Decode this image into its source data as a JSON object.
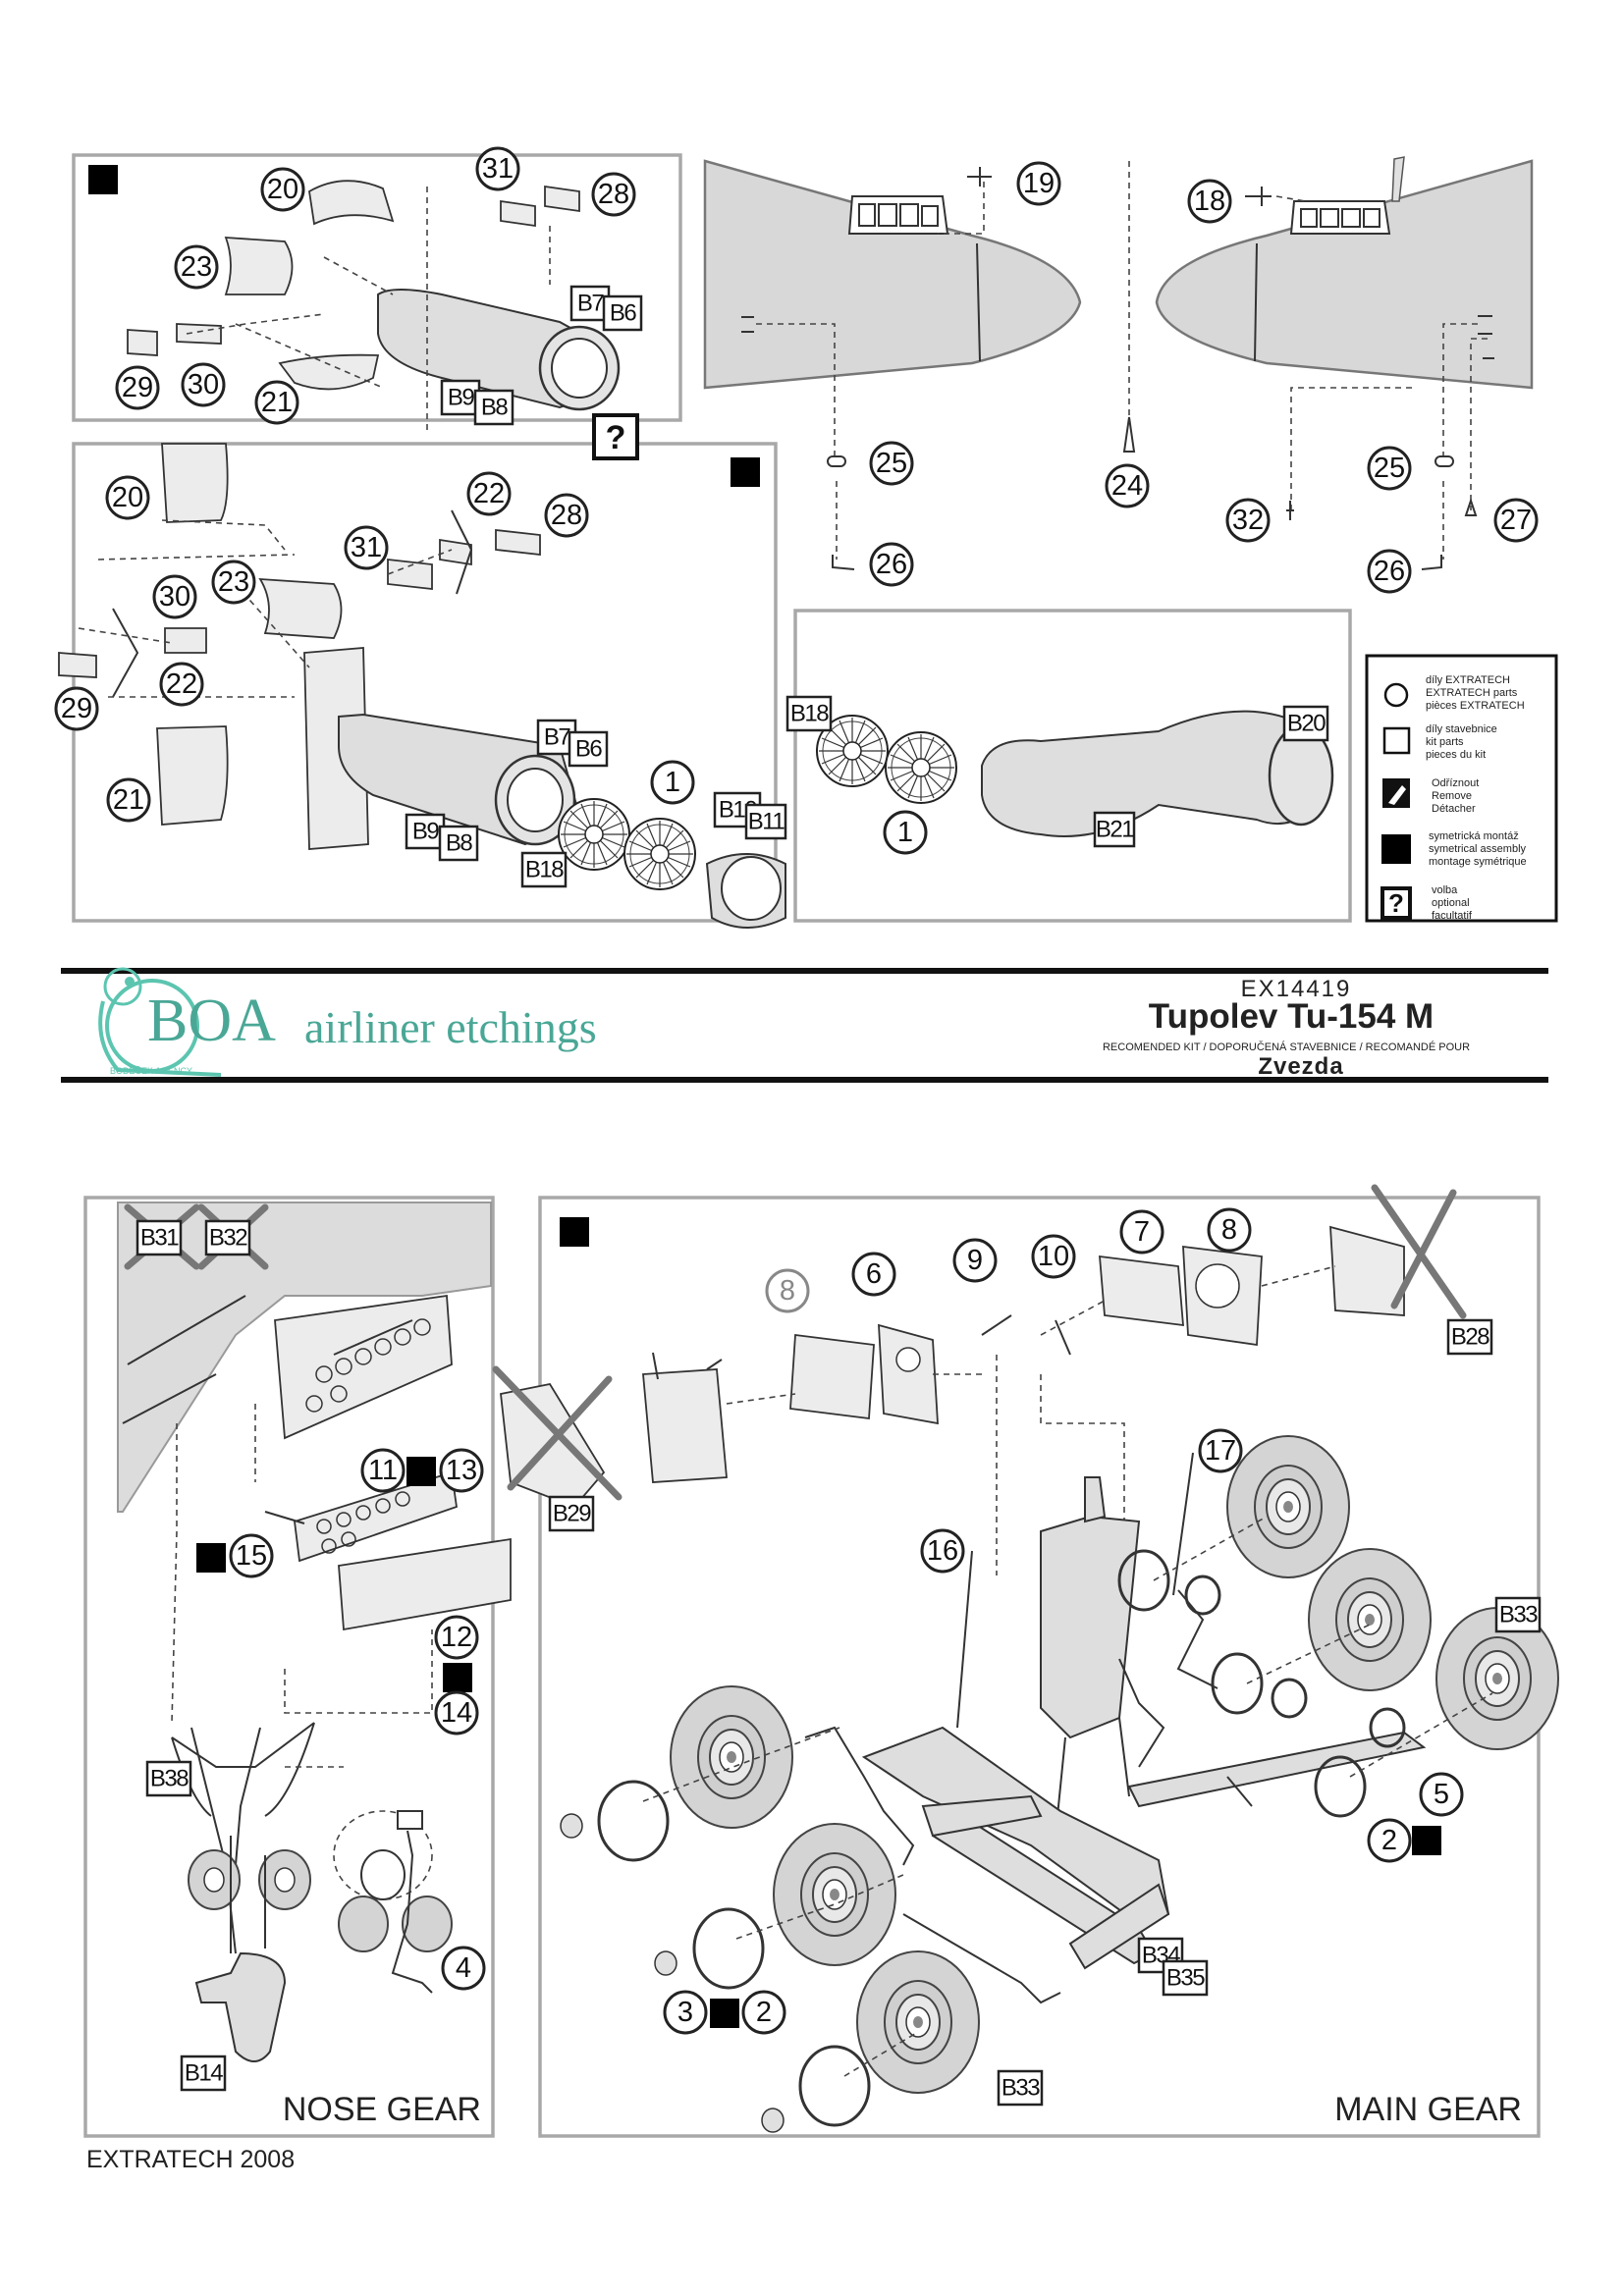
{
  "header": {
    "brand_letters": "BOA",
    "brand_tagline": "airliner etchings",
    "brand_small": "BODEČEK AGENCY",
    "kit_code": "EX14419",
    "model": "Tupolev Tu-154 M",
    "recommended_label": "RECOMENDED KIT / DOPORUČENÁ STAVEBNICE / RECOMANDÉ POUR",
    "kit_brand": "Zvezda"
  },
  "legend": {
    "extratech_parts": [
      "díly EXTRATECH",
      "EXTRATECH parts",
      "pièces EXTRATECH"
    ],
    "kit_parts": [
      "díly stavebnice",
      "kit parts",
      "pieces du kit"
    ],
    "remove": [
      "Odříznout",
      "Remove",
      "Détacher"
    ],
    "symmetrical": [
      "symetrická montáž",
      "symetrical assembly",
      "montage symétrique"
    ],
    "optional": [
      "volba",
      "optional",
      "facultatif"
    ],
    "optional_symbol": "?"
  },
  "sections": {
    "nose_gear": "NOSE GEAR",
    "main_gear": "MAIN GEAR"
  },
  "footer": {
    "copyright": "EXTRATECH 2008"
  },
  "colors": {
    "frame": "#a8a8a8",
    "part_fill": "#dedede",
    "brand_teal": "#5cc5b0",
    "ink": "#1a1a1a"
  },
  "callouts": {
    "p20": "20",
    "p31": "31",
    "p28": "28",
    "p23": "23",
    "p29": "29",
    "p30": "30",
    "p21": "21",
    "p22": "22",
    "p1": "1",
    "p19": "19",
    "p18": "18",
    "p25": "25",
    "p26": "26",
    "p24": "24",
    "p32": "32",
    "p27": "27",
    "p6": "6",
    "p8": "8",
    "p9": "9",
    "p10": "10",
    "p7": "7",
    "p17": "17",
    "p16": "16",
    "p11": "11",
    "p13": "13",
    "p15": "15",
    "p12": "12",
    "p14": "14",
    "p4": "4",
    "p5": "5",
    "p2": "2",
    "p3": "3"
  },
  "kit_parts": {
    "B7": "B7",
    "B6": "B6",
    "B9": "B9",
    "B8": "B8",
    "B18": "B18",
    "B10": "B10",
    "B11": "B11",
    "B20": "B20",
    "B21": "B21",
    "B28": "B28",
    "B29": "B29",
    "B31": "B31",
    "B32": "B32",
    "B33": "B33",
    "B34": "B34",
    "B35": "B35",
    "B38": "B38",
    "B14": "B14"
  }
}
